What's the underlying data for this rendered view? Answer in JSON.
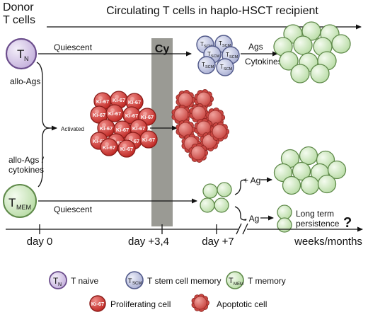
{
  "header": {
    "donor_label_line1": "Donor",
    "donor_label_line2": "T cells",
    "title": "Circulating T cells in haplo-HSCT recipient"
  },
  "nodes": {
    "tn_main": "T",
    "tn_sub": "N",
    "tmem_main": "T",
    "tmem_sub": "MEM",
    "tscm_main": "T",
    "tscm_sub": "SCM"
  },
  "labels": {
    "cy": "Cy",
    "quiescent_top": "Quiescent",
    "quiescent_bottom": "Quiescent",
    "allo_ags": "allo-Ags",
    "activated": "Activated",
    "allo_ags_cytokines_1": "allo-Ags /",
    "allo_ags_cytokines_2": "cytokines",
    "ags": "Ags",
    "cytokines": "Cytokines",
    "plus_ag": "+ Ag",
    "minus_ag": "- Ag",
    "long_term_1": "Long term",
    "long_term_2": "persistence",
    "question": "?",
    "ki67": "Ki-67"
  },
  "timeline": {
    "day0": "day 0",
    "day34": "day +3,4",
    "day7": "day +7",
    "weeks": "weeks/months"
  },
  "legend": {
    "tnaive": "T naive",
    "tscm": "T stem cell memory",
    "tmemory": "T memory",
    "proliferating": "Proliferating cell",
    "apoptotic": "Apoptotic cell"
  },
  "colors": {
    "naive_fill": "#d9cde6",
    "naive_stroke": "#6b4d8c",
    "scm_fill": "#c9cde3",
    "scm_stroke": "#525a8a",
    "mem_fill": "#d6ecc8",
    "mem_stroke": "#5f8a4a",
    "prolif_fill": "#d63d3a",
    "prolif_stroke": "#8a1c19",
    "apop_fill": "#de6b66",
    "cy_bar": "#9a9a94"
  }
}
